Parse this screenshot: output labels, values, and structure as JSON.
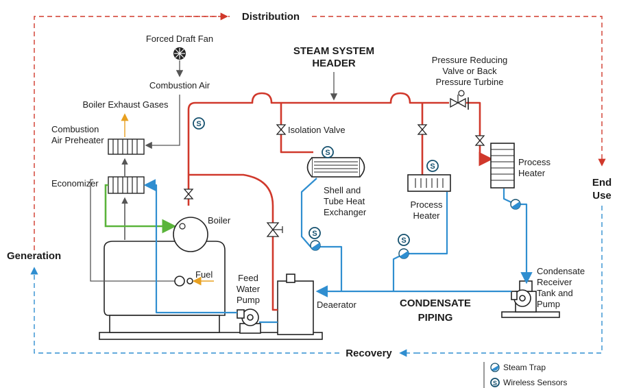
{
  "regions": {
    "distribution": "Distribution",
    "end_use": "End Use",
    "recovery": "Recovery",
    "generation": "Generation"
  },
  "labels": {
    "forced_draft_fan": "Forced Draft Fan",
    "combustion_air": "Combustion Air",
    "boiler_exhaust": "Boiler Exhaust Gases",
    "air_preheater": "Combustion Air Preheater",
    "economizer": "Economizer",
    "boiler": "Boiler",
    "fuel": "Fuel",
    "feed_water_pump": "Feed Water Pump",
    "deaerator": "Deaerator",
    "steam_header": "STEAM SYSTEM HEADER",
    "isolation_valve": "Isolation Valve",
    "shell_tube": "Shell and Tube Heat Exchanger",
    "process_heater_1": "Process Heater",
    "process_heater_2": "Process Heater",
    "prv": "Pressure Reducing Valve or Back Pressure Turbine",
    "condensate_receiver": "Condensate Receiver Tank and Pump",
    "condensate_piping": "CONDENSATE PIPING"
  },
  "legend": {
    "steam_trap": "Steam Trap",
    "wireless_sensors": "Wireless Sensors",
    "sensor_glyph": "S"
  },
  "colors": {
    "steam": "#d0382b",
    "condensate": "#2f8ed0",
    "feedwater_green": "#5ab43a",
    "exhaust_orange": "#e8a020",
    "sensor": "#14506e"
  }
}
